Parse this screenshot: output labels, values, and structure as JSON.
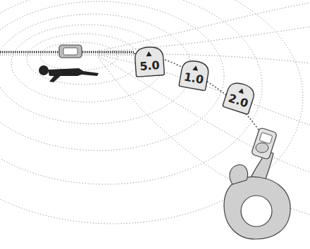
{
  "diagram": {
    "nodes": [
      {
        "text": [
          "5.0"
        ]
      },
      {
        "text": [
          "1.0"
        ]
      },
      {
        "text": [
          "2.0"
        ]
      }
    ]
  }
}
